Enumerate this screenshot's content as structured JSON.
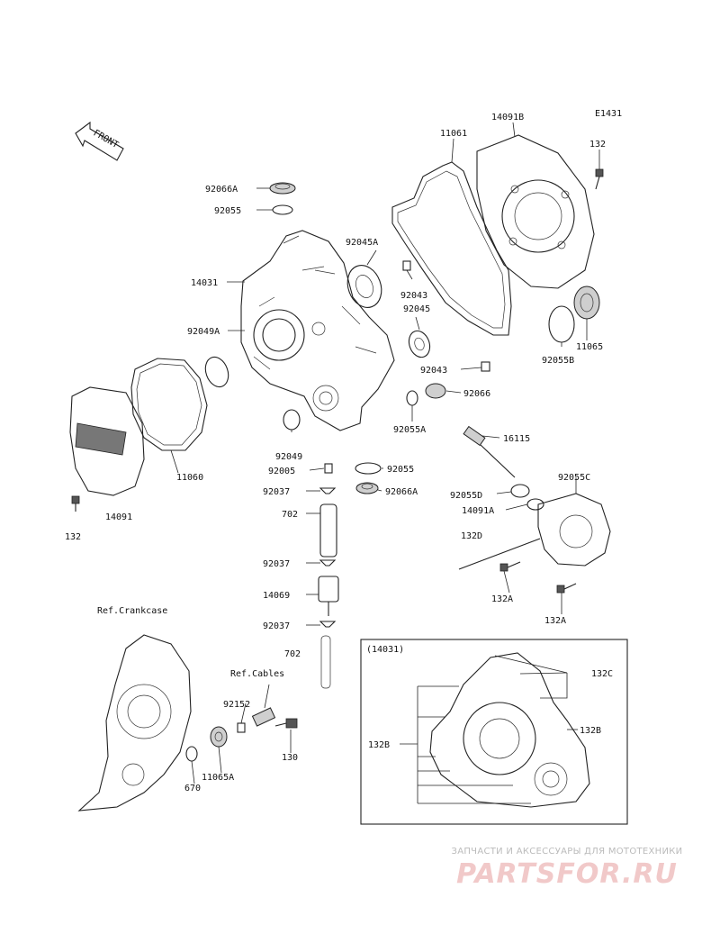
{
  "diagram_code": "E1431",
  "front_arrow_text": "FRONT",
  "ref_crankcase": "Ref.Crankcase",
  "ref_cables": "Ref.Cables",
  "inset_title": "(14031)",
  "labels": {
    "p14091B": "14091B",
    "p11061": "11061",
    "p132_top": "132",
    "p92066A_top": "92066A",
    "p92055_top": "92055",
    "p92045A": "92045A",
    "p14031": "14031",
    "p92043_a": "92043",
    "p92045": "92045",
    "p92049A": "92049A",
    "p11065": "11065",
    "p92055B": "92055B",
    "p92043_b": "92043",
    "p92066": "92066",
    "p92055A": "92055A",
    "p16115": "16115",
    "p92049": "92049",
    "p92005": "92005",
    "p92055_mid": "92055",
    "p11060": "11060",
    "p92037_a": "92037",
    "p92066A_mid": "92066A",
    "p92055C": "92055C",
    "p92055D": "92055D",
    "p14091A": "14091A",
    "p14091": "14091",
    "p702_a": "702",
    "p132D": "132D",
    "p132_left": "132",
    "p92037_b": "92037",
    "p14069": "14069",
    "p132A_a": "132A",
    "p132A_b": "132A",
    "p92037_c": "92037",
    "p702_b": "702",
    "p92152": "92152",
    "p130": "130",
    "p11065A": "11065A",
    "p670": "670",
    "p132C": "132C",
    "p132B_right": "132B",
    "p132B_left": "132B"
  },
  "watermark": {
    "tagline": "ЗАПЧАСТИ И АКСЕССУАРЫ ДЛЯ МОТОТЕХНИКИ",
    "logo": "PARTSFOR.RU"
  },
  "colors": {
    "line": "#222222",
    "watermark_logo": "#f1c9c9",
    "watermark_text": "#bbbbbb"
  }
}
